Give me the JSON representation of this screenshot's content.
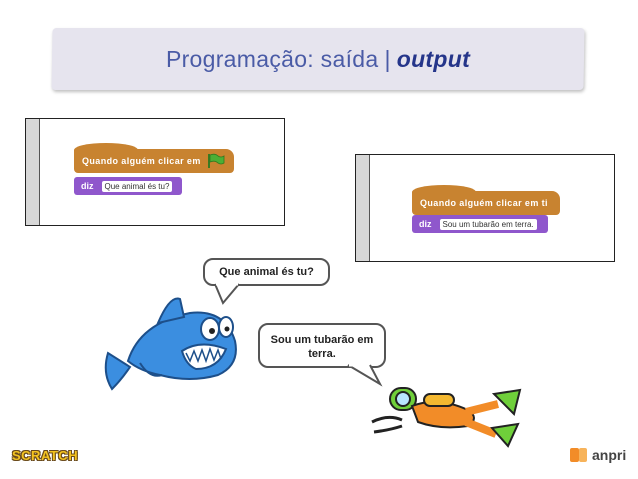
{
  "title": {
    "main": "Programação: saída",
    "separator": "|",
    "emphasis": "output"
  },
  "panel_left": {
    "hat_label": "Quando alguém clicar em",
    "say_label": "diz",
    "say_value": "Que animal és tu?"
  },
  "panel_right": {
    "hat_label": "Quando alguém clicar em ti",
    "say_label": "diz",
    "say_value": "Sou um tubarão em terra."
  },
  "bubbles": {
    "shark": "Que animal és tu?",
    "diver": "Sou um tubarão em terra."
  },
  "logos": {
    "scratch": "SCRATCH",
    "anpri": "anpri"
  },
  "colors": {
    "events_block": "#c88330",
    "looks_block": "#8f57cc",
    "flag": "#4caf35",
    "title_text": "#4a5ba6",
    "shark": "#3b8ee0",
    "diver": "#f28c28"
  }
}
